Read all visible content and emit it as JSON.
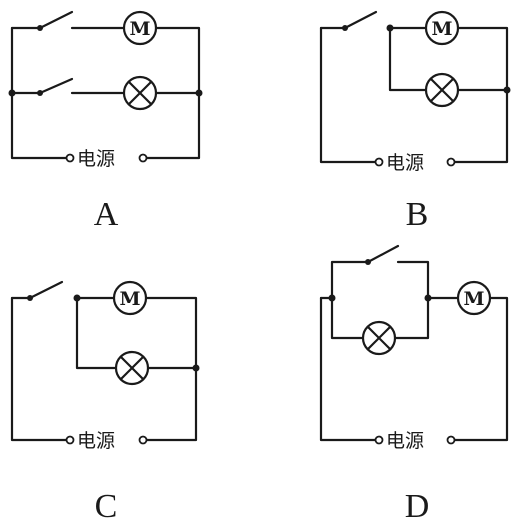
{
  "power_source_label": "电源",
  "motor_symbol": "M",
  "colors": {
    "ink": "#1a1a1a",
    "background": "#ffffff"
  },
  "circuits": [
    {
      "label": "A"
    },
    {
      "label": "B"
    },
    {
      "label": "C"
    },
    {
      "label": "D"
    }
  ]
}
